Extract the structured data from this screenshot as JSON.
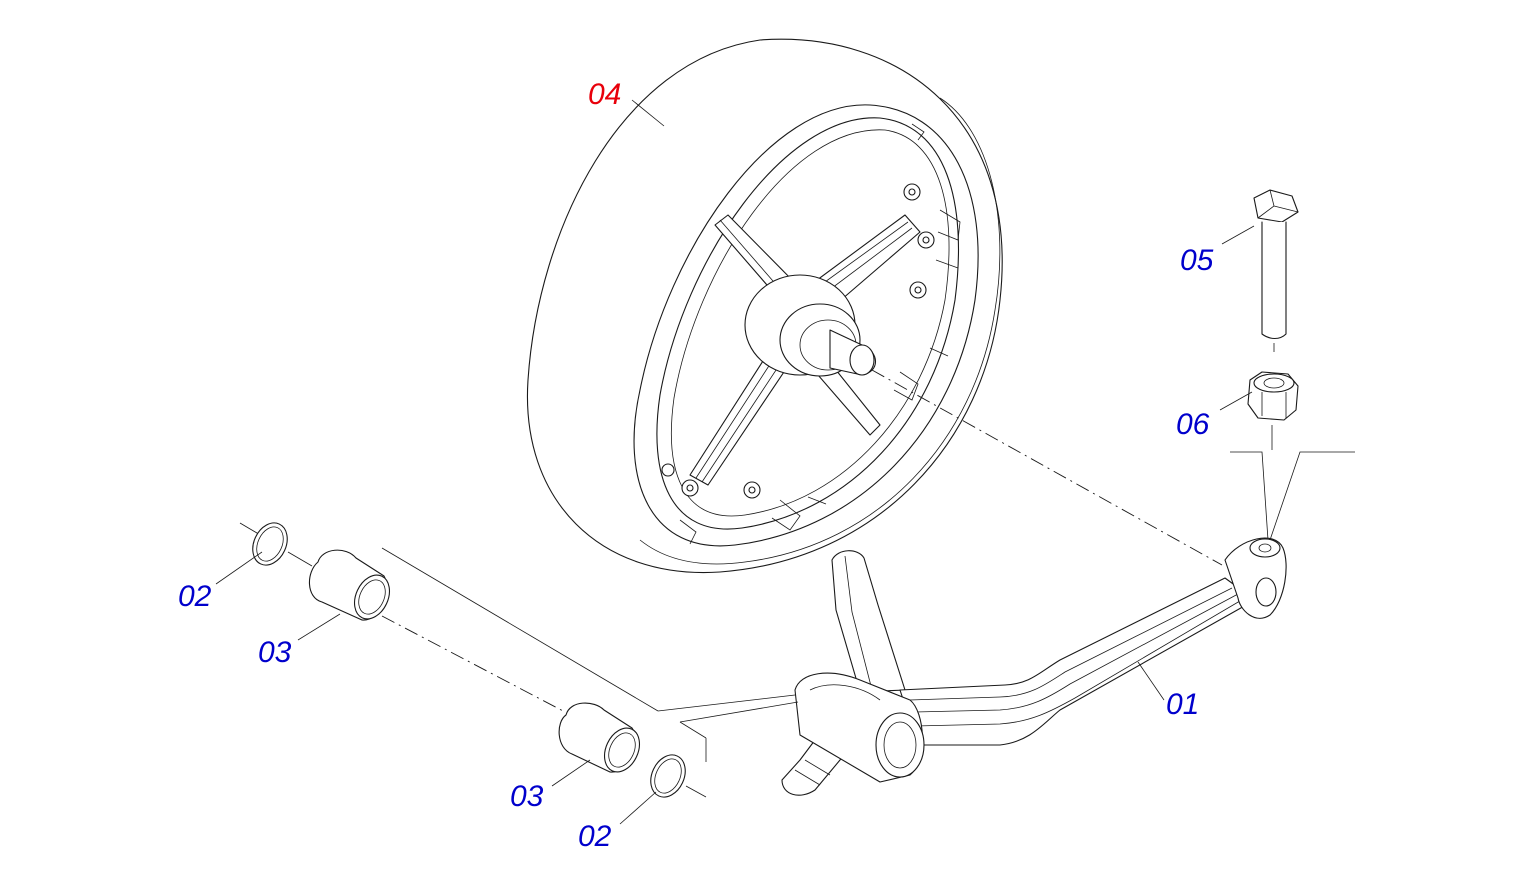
{
  "diagram": {
    "labels": [
      {
        "id": "label-04",
        "text": "04",
        "color": "#e8000b"
      },
      {
        "id": "label-05",
        "text": "05",
        "color": "#0000cc"
      },
      {
        "id": "label-06",
        "text": "06",
        "color": "#0000cc"
      },
      {
        "id": "label-02-top",
        "text": "02",
        "color": "#0000cc"
      },
      {
        "id": "label-03-top",
        "text": "03",
        "color": "#0000cc"
      },
      {
        "id": "label-01",
        "text": "01",
        "color": "#0000cc"
      },
      {
        "id": "label-03-bottom",
        "text": "03",
        "color": "#0000cc"
      },
      {
        "id": "label-02-bottom",
        "text": "02",
        "color": "#0000cc"
      }
    ],
    "highlight_color": "#e8000b",
    "default_label_color": "#0000cc"
  }
}
